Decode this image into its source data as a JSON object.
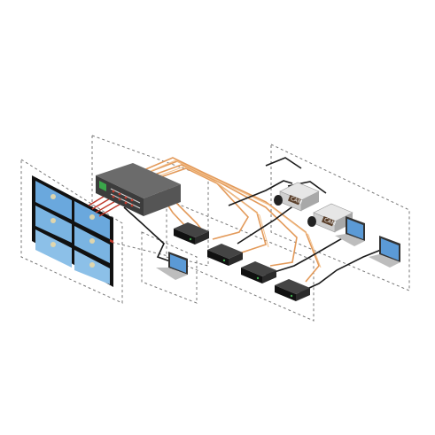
{
  "cameras": [
    {
      "label": "CAM"
    },
    {
      "label": "CAM"
    }
  ],
  "colors": {
    "background": "#ffffff",
    "fiber_cable": "#e39a5a",
    "fiber_cable_light": "#f2c28f",
    "network_cable": "#1a1a1a",
    "switch_body": "#4a4a4a",
    "switch_top": "#6b6b6b",
    "switch_port_led": "#c0392b",
    "switch_accent": "#3aa64a",
    "device_body": "#1c1c1c",
    "device_led": "#3aa64a",
    "screen_blue": "#1f5fa8",
    "screen_light": "#cfe4f7",
    "dashed_frame": "#777777"
  },
  "icons": {
    "switch": "network-switch-icon",
    "extender": "fiber-extender-box-icon",
    "camera": "security-camera-icon",
    "laptop": "laptop-icon",
    "video_wall": "video-wall-icon"
  },
  "counts": {
    "video_wall_panels": 6,
    "extender_boxes": 4,
    "cameras": 2,
    "laptops": 3
  }
}
